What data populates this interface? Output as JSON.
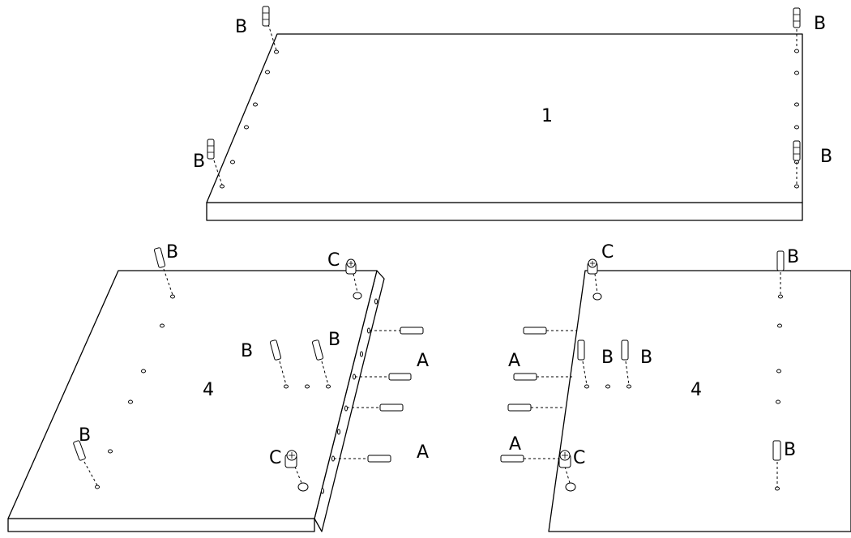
{
  "panels": {
    "top": {
      "number": "1"
    },
    "left": {
      "number": "4"
    },
    "right": {
      "number": "4"
    }
  },
  "parts": {
    "dowel": "A",
    "peg": "B",
    "cam_lock": "C"
  }
}
